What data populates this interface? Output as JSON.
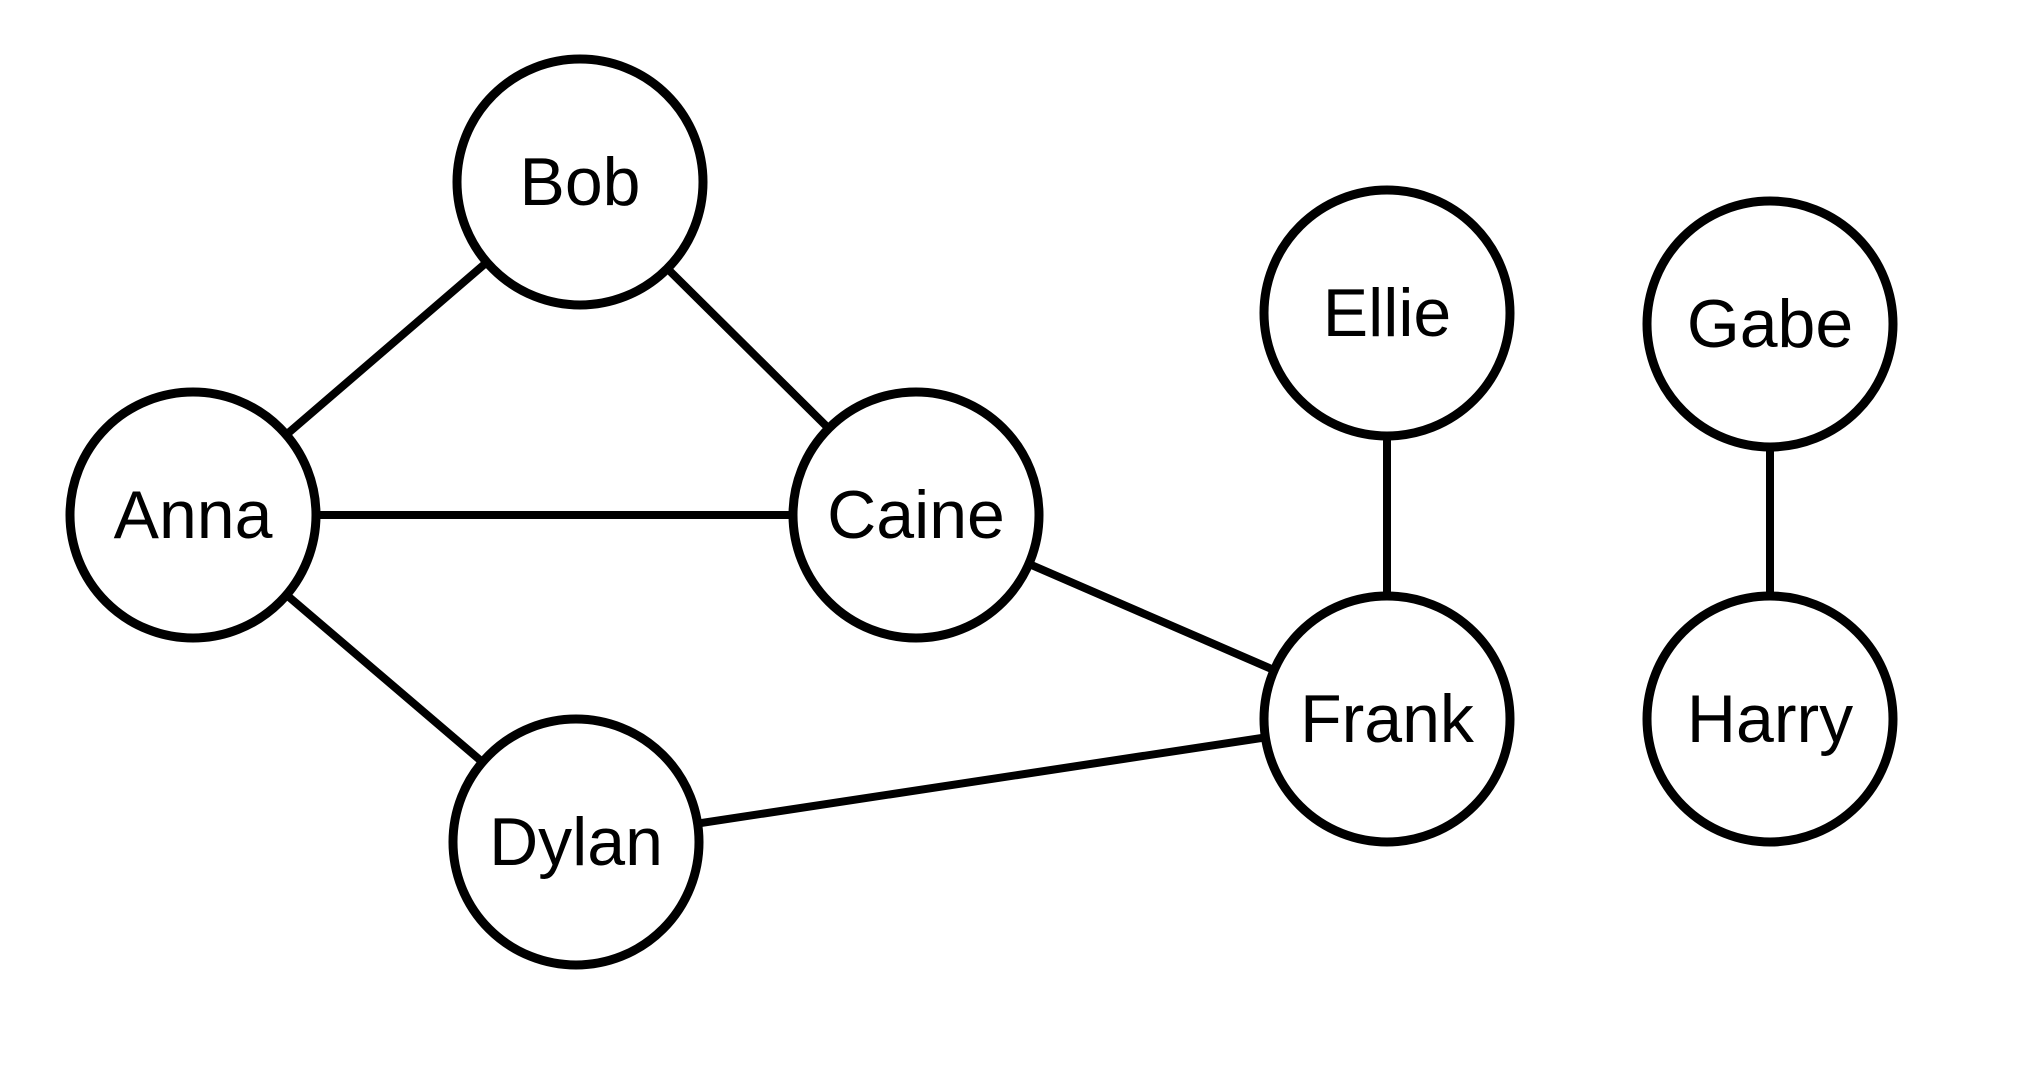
{
  "nodes": [
    {
      "id": "anna",
      "label": "Anna"
    },
    {
      "id": "bob",
      "label": "Bob"
    },
    {
      "id": "caine",
      "label": "Caine"
    },
    {
      "id": "dylan",
      "label": "Dylan"
    },
    {
      "id": "ellie",
      "label": "Ellie"
    },
    {
      "id": "frank",
      "label": "Frank"
    },
    {
      "id": "gabe",
      "label": "Gabe"
    },
    {
      "id": "harry",
      "label": "Harry"
    }
  ],
  "edges": [
    [
      "anna",
      "bob"
    ],
    [
      "bob",
      "caine"
    ],
    [
      "anna",
      "caine"
    ],
    [
      "anna",
      "dylan"
    ],
    [
      "caine",
      "frank"
    ],
    [
      "dylan",
      "frank"
    ],
    [
      "ellie",
      "frank"
    ],
    [
      "gabe",
      "harry"
    ]
  ],
  "colors": {
    "stroke": "#000000",
    "fill": "#ffffff"
  }
}
